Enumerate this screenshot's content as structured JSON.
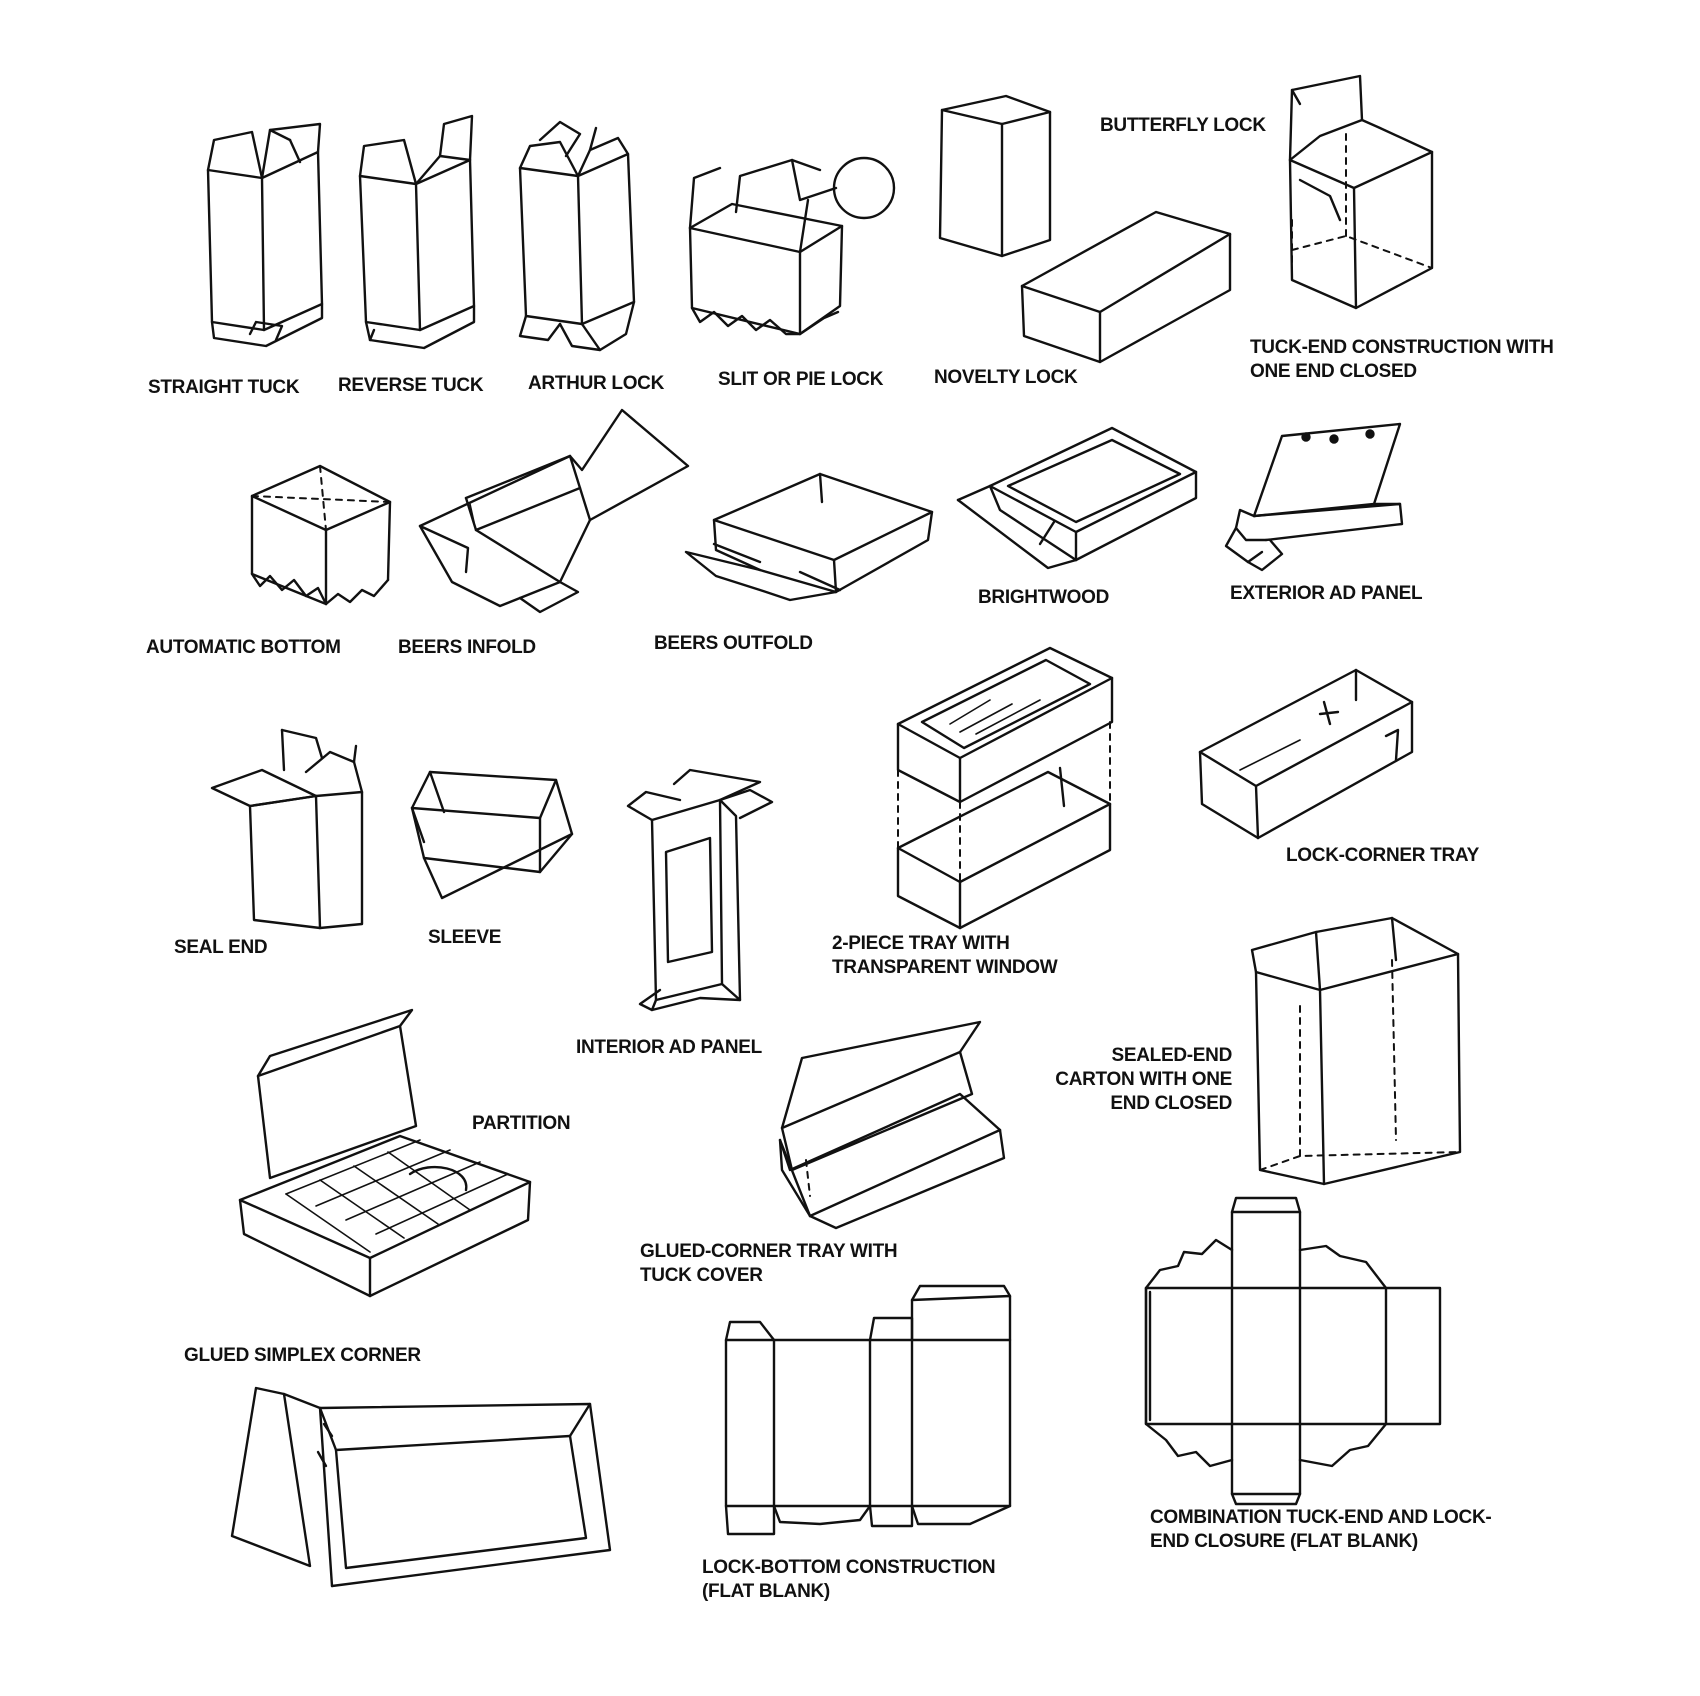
{
  "labels": {
    "straight_tuck": "STRAIGHT TUCK",
    "reverse_tuck": "REVERSE TUCK",
    "arthur_lock": "ARTHUR LOCK",
    "slit_or_pie_lock": "SLIT OR PIE LOCK",
    "novelty_lock": "NOVELTY LOCK",
    "butterfly_lock": "BUTTERFLY LOCK",
    "tuck_end_one_end_closed_1": "TUCK-END CONSTRUCTION WITH",
    "tuck_end_one_end_closed_2": "ONE END CLOSED",
    "automatic_bottom": "AUTOMATIC BOTTOM",
    "beers_infold": "BEERS INFOLD",
    "beers_outfold": "BEERS OUTFOLD",
    "brightwood": "BRIGHTWOOD",
    "exterior_ad_panel": "EXTERIOR  AD PANEL",
    "seal_end": "SEAL END",
    "sleeve": "SLEEVE",
    "two_piece_tray_1": "2-PIECE TRAY WITH",
    "two_piece_tray_2": "TRANSPARENT WINDOW",
    "lock_corner_tray": "LOCK-CORNER TRAY",
    "interior_ad_panel": "INTERIOR AD PANEL",
    "sealed_end_carton_1": "SEALED-END",
    "sealed_end_carton_2": "CARTON WITH ONE",
    "sealed_end_carton_3": "END CLOSED",
    "partition": "PARTITION",
    "glued_corner_tray_1": "GLUED-CORNER  TRAY  WITH",
    "glued_corner_tray_2": "TUCK COVER",
    "glued_simplex_corner": "GLUED SIMPLEX CORNER",
    "lock_bottom_1": "LOCK-BOTTOM CONSTRUCTION",
    "lock_bottom_2": "(FLAT BLANK)",
    "combination_1": "COMBINATION TUCK-END AND LOCK-",
    "combination_2": "END CLOSURE (FLAT BLANK)"
  }
}
